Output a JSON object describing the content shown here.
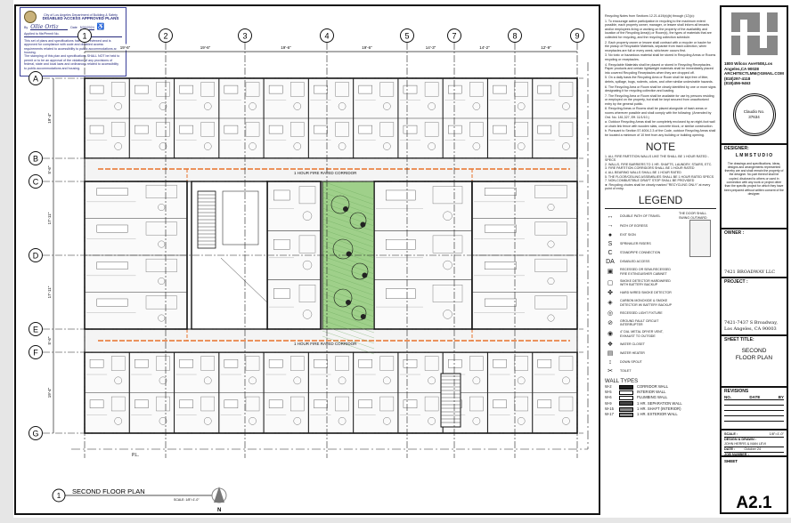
{
  "stamp": {
    "agency": "City of Los Angeles Department of Building & Safety",
    "title": "DISABLED ACCESS APPROVED PLANS",
    "by_label": "By",
    "signature": "Ollie Ortiz",
    "date_label": "Date",
    "date": "5/30/2024",
    "applied_label": "Applied to file/Permit No.",
    "bullets": [
      "This set of plans and specifications has been reviewed and is approved for compliance with code and disabled access requirements related to accessibility to public accommodations and housing.",
      "The stamping of this plan and specifications SHALL NOT be held to permit or to be an approval of the violation of any provisions of federal, state and local laws and ordinances related to accessibility to public accommodations and housing."
    ]
  },
  "grid": {
    "columns": [
      "1",
      "2",
      "3",
      "4",
      "5",
      "7",
      "8",
      "9"
    ],
    "column_dims": [
      "19'-6\"",
      "19'-6\"",
      "19'-6\"",
      "19'-6\"",
      "14'-3\"",
      "14'-2\"",
      "12'-9\""
    ],
    "rows": [
      "A",
      "B",
      "C",
      "D",
      "E",
      "F",
      "G"
    ],
    "row_dims": [
      "19'-4\"",
      "5'-6\"",
      "17'-11\"",
      "17'-11\"",
      "5'-6\"",
      "19'-4\""
    ]
  },
  "plan": {
    "corridor_label": "1 HOUR FIRE RATED CORRIDOR",
    "property_line": "P.L.",
    "courtyard_color": "#9fd08a",
    "corridor_color": "#e8722a"
  },
  "drawing_title": {
    "number": "1",
    "title": "SECOND  FLOOR PLAN",
    "scale": "SCALE: 1/8\"=1'-0\"",
    "north": "N"
  },
  "notes": {
    "recycling_heading": "Recycling Notes from Sections 12.21.A19(a)(b) through (12)(c):",
    "recycling_lines": [
      "1. To encourage active participation in recycling to the maximum extent possible, each property owner, manager, or lessee shall inform all tenants and/or employees living or working on the property of the availability and location of the Recycling Area(s) or Room(s), the types of materials that are collected for recycling, and the recycling collection schedule.",
      "2. Each property owner or lessee shall contract with a recycler or hauler for the pickup of Recyclable Materials, separate from trash collection, when receptacles are full or every week, whichever occurs first.",
      "3. No toxic or hazardous material shall be stored in Recycling Areas or Rooms recycling or receptacles.",
      "4. Recyclable Materials shall be placed or stored in Recycling Receptacles. Paper products and certain lightweight materials shall be immediately placed into covered Recycling Receptacles when they are dropped off.",
      "5. On a daily basis the Recycling Area or Room shall be kept free of litter, debris, spillage, bugs, rodents, odors, and other similar undesirable hazards.",
      "6. The Recycling Area or Room shall be clearly identified by one or more signs designating it for recycling collection and loading.",
      "7. The Recycling Area or Room shall be available for use by persons residing or employed on the property, but shall be kept secured from unauthorized entry by the general public.",
      "8. Recycling Areas or Rooms shall be placed alongside of trash areas or rooms wherever possible and shall comply with the following: (Amended by Ord. No. 181,327, Eff. 11/1/10.)",
      "a. Outdoor Recycling Areas shall be completely enclosed by an eight-foot wall or chain link fence with wooden slats, concrete block, or similar construction.",
      "b. Pursuant to Section 57.4004.2.3 of the Code, outdoor Recycling Areas shall be located a minimum of 10 feet from any building or building opening."
    ],
    "note_heading": "NOTE",
    "note_items": [
      "1. ALL FIRE PARTITION WALLS LIKE THE SHALL BE 1 HOUR RATED - SPECS",
      "2. WALLS, FIRE BARRIERS TO 1 HR. SHAFTS, LAUNDRY, STAIRS, ETC.",
      "3. FIRE PARTITION CORRIDORS SHALL BE 1 HOUR RATED",
      "4. ALL BEARING WALLS SHALL BE 1 HOUR RATED",
      "5. THE FLOOR/CEILING ASSEMBLIES SHALL BE 1 HOUR RATED SPECS",
      "7. NON-COMBUSTIBLE DRAFT STOP SHALL BE PROVIDED",
      "► Recycling chutes shall be clearly marked \"RECYCLING ONLY\" at every point of entry."
    ],
    "legend_heading": "LEGEND",
    "legend_items": [
      {
        "icon": "↔",
        "label": "DOUBLE PATH OF TRAVEL"
      },
      {
        "icon": "→",
        "label": "PATH OF EGRESS"
      },
      {
        "icon": "●",
        "label": "EXIT SIGN"
      },
      {
        "icon": "S",
        "label": "SPRINKLER RISERS"
      },
      {
        "icon": "C",
        "label": "STANDPIPE CONNECTION"
      },
      {
        "icon": "DA",
        "label": "DISABLED ACCESS"
      },
      {
        "icon": "▣",
        "label": "RECESSED OR SEMI-RECESSED FIRE EXTINGUISHER CABINET"
      },
      {
        "icon": "▢",
        "label": "SMOKE DETECTOR HARDWIRED WITH BATTERY BACKUP"
      },
      {
        "icon": "✤",
        "label": "HARD WIRED SMOKE DETECTOR"
      },
      {
        "icon": "◈",
        "label": "CARBON MONOXIDE & SMOKE DETECTOR W/ BATTERY BACKUP"
      },
      {
        "icon": "◎",
        "label": "RECESSED LIGHT FIXTURE"
      },
      {
        "icon": "⊘",
        "label": "GROUND FAULT CIRCUIT INTERRUPTER"
      },
      {
        "icon": "◉",
        "label": "4\" DIA. METAL DRYER VENT, EXHAUST TO OUTSIDE"
      },
      {
        "icon": "❖",
        "label": "WATER CLOSET"
      },
      {
        "icon": "▤",
        "label": "WATER HEATER"
      },
      {
        "icon": "↕",
        "label": "DOWN SPOUT"
      },
      {
        "icon": "✂",
        "label": "TOILET"
      }
    ],
    "door_note": "THE DOOR SHALL SWING OUTWARD",
    "wall_types_heading": "WALL TYPES",
    "wall_types": [
      {
        "code": "W-2",
        "label": "CORRIDOR WALL",
        "fill": "#222"
      },
      {
        "code": "W-5",
        "label": "INTERIOR WALL",
        "fill": "#fff"
      },
      {
        "code": "W-6",
        "label": "PLUMBING WALL",
        "fill": "#fff"
      },
      {
        "code": "W-9",
        "label": "1 HR. SEPARATION WALL",
        "fill": "#444"
      },
      {
        "code": "W-15",
        "label": "1 HR. SHAFT (INTERIOR)",
        "fill": "#888"
      },
      {
        "code": "W-17",
        "label": "1 HR. EXTERIOR WALL",
        "fill": "#888"
      }
    ]
  },
  "title_block": {
    "firm_logo": "LMM",
    "address": "1800 Wilcox Ave#508,Los Angeles,CA 90028",
    "email": "ARCHITECTLMM@GMAIL.COM",
    "phone1": "(818)297-4118",
    "phone2": "(818)456-9463",
    "seal_text": "Claudio No. 37634",
    "designer_label": "DESIGNER:",
    "designer": "L M M   S T U D I O",
    "designer_note": "The drawings and specifications, ideas, designs and arrangements represented thereby are and shall remain the property of the designer. No part thereof shall be copied, disclosed to others or used in connection with any work or project other than the specific project for which they have been prepared without written consent of the designer.",
    "owner_label": "OWNER :",
    "owner": "7421 BROADWAY LLC",
    "project_label": "PROJECT :",
    "project_line1": "7421-7437 S Broadway,",
    "project_line2": "Los Angeles, CA 90003",
    "sheet_title_label": "SHEET TITLE:",
    "sheet_title": "SECOND FLOOR PLAN",
    "revisions_label": "REVISIONS",
    "rev_cols": [
      "NO.",
      "DATE",
      "BY"
    ],
    "scale_label": "SCALE :",
    "scale": "1/8\"=1'-0\"",
    "drawn_label": "DESIGN & DRAWN :",
    "drawn_by": "JOHN HERRS & MAN LEVI",
    "date_label": "DATE :",
    "date": "October 24",
    "job_label": "JOB NUMBER :",
    "sheet_label": "SHEET",
    "sheet_number": "A2.1"
  }
}
